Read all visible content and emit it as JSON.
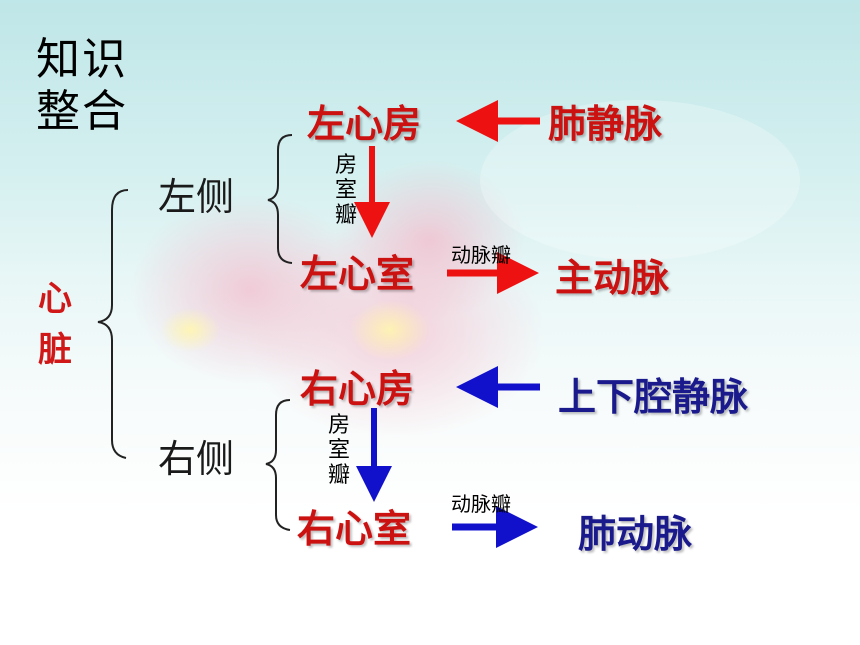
{
  "title": {
    "line1": "知识",
    "line2": "整合"
  },
  "heart": {
    "char1": "心",
    "char2": "脏"
  },
  "left_side": {
    "label": "左侧",
    "atrium": "左心房",
    "ventricle": "左心室",
    "vein": "肺静脉",
    "artery": "主动脉",
    "av_valve": [
      "房",
      "室",
      "瓣"
    ],
    "arterial_valve": "动脉瓣",
    "arrow_color": "#ee1111"
  },
  "right_side": {
    "label": "右侧",
    "atrium": "右心房",
    "ventricle": "右心室",
    "vein": "上下腔静脉",
    "artery": "肺动脉",
    "av_valve": [
      "房",
      "室",
      "瓣"
    ],
    "arterial_valve": "动脉瓣",
    "arrow_color": "#1111cc"
  }
}
